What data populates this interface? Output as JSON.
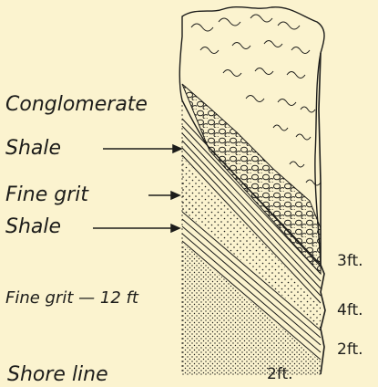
{
  "labels": {
    "conglomerate": "Conglomerate",
    "shale_upper": "Shale",
    "fine_grit_upper": "Fine grit",
    "shale_lower": "Shale",
    "fine_grit_lower": "Fine grit — 12 ft",
    "shore_line": "Shore line"
  },
  "thickness": {
    "t1": "3ft.",
    "t2": "4ft.",
    "t3": "2ft.",
    "t4": "2ft."
  },
  "colors": {
    "background": "#fbf3cf",
    "ink": "#1c1c1a"
  }
}
